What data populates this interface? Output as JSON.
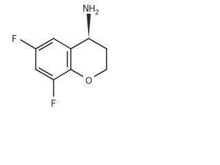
{
  "molecule": {
    "atoms": {
      "amine": {
        "symbol": "N",
        "hydrogen": "H",
        "hydrogen_count": "2"
      },
      "fluorine_top": {
        "symbol": "F"
      },
      "fluorine_bottom": {
        "symbol": "F"
      },
      "ring_oxygen": {
        "symbol": "O"
      }
    },
    "stereo": {
      "amine_bond": "wedge"
    },
    "colors": {
      "ink": "#2b2b2b",
      "background": "#ffffff"
    }
  }
}
